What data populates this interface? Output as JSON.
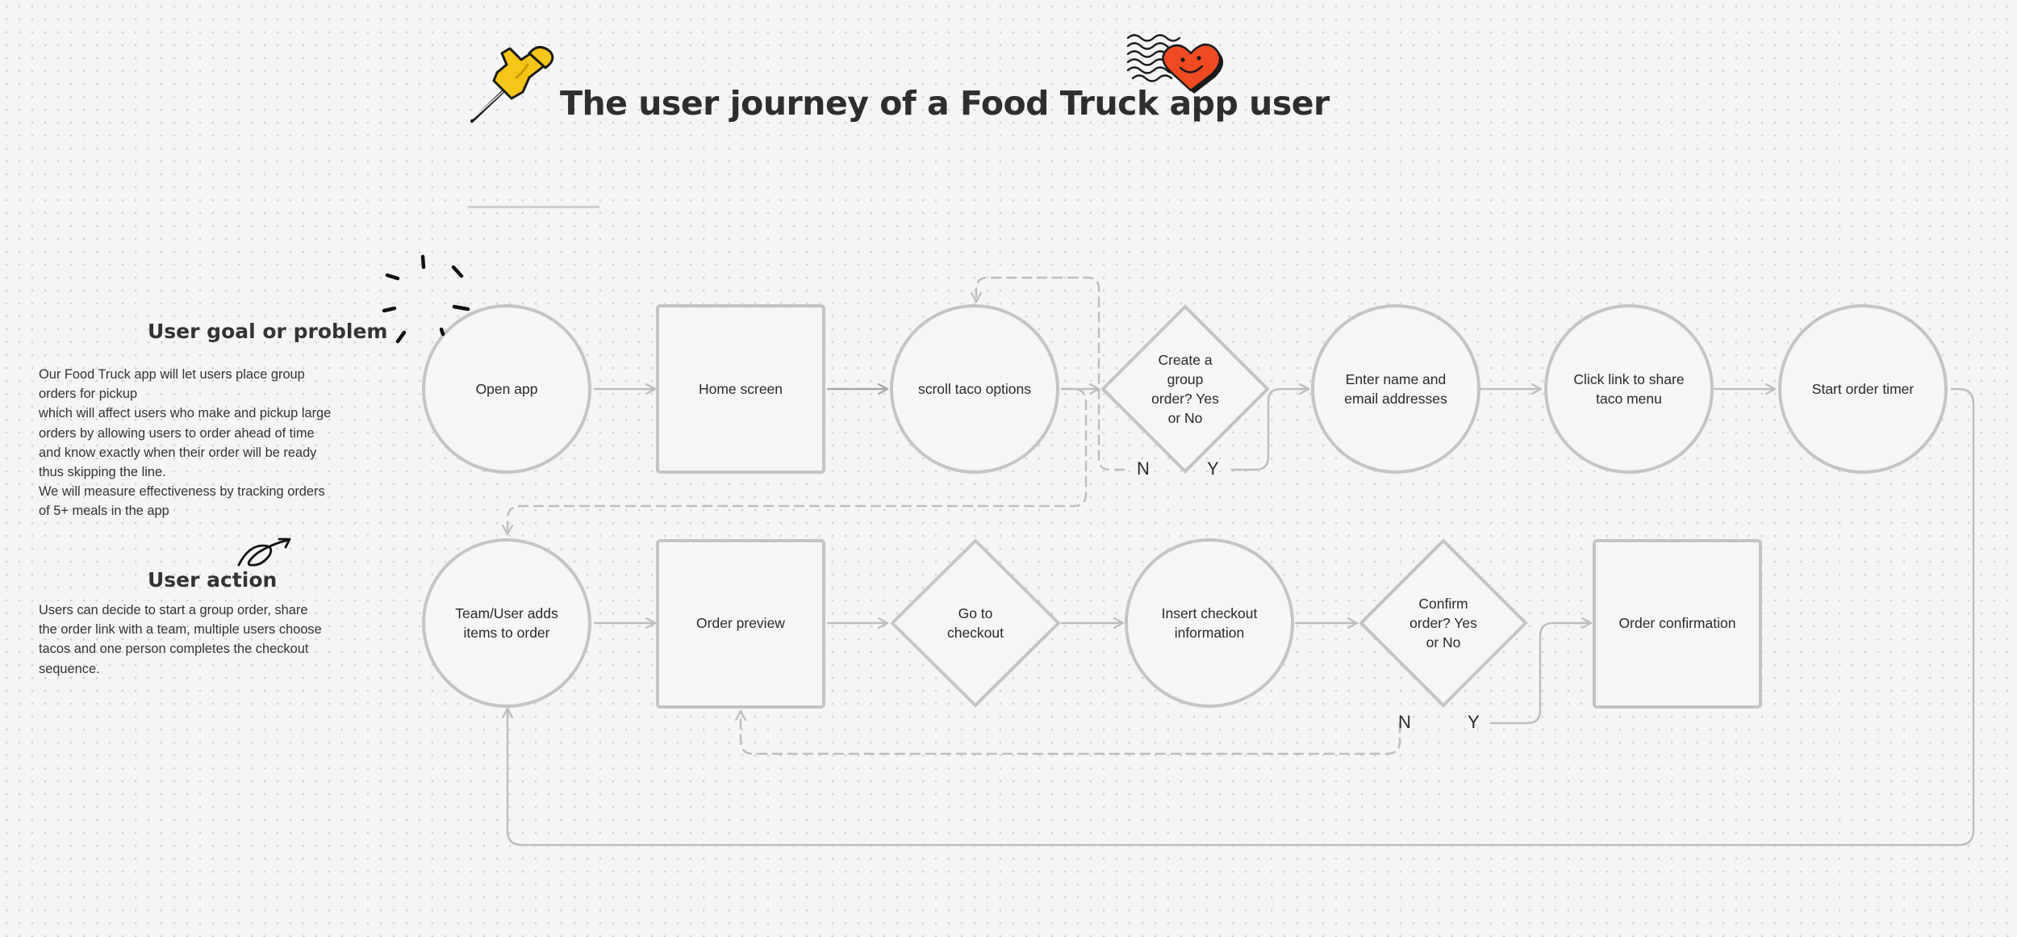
{
  "title": "The user journey of a Food Truck app user",
  "sidebar": {
    "goal_heading": "User goal or problem",
    "goal_lines": [
      "Our Food Truck app will let users place group",
      "orders for pickup",
      "which will affect users who make and pickup large",
      "orders by allowing users to order ahead of time",
      "and know exactly when their order will be ready",
      "thus skipping the line.",
      "We will measure effectiveness by tracking orders",
      "of 5+ meals in the app"
    ],
    "action_heading": "User action",
    "action_lines": [
      "Users can decide to start a group order, share",
      "the order link with a team, multiple users choose",
      "tacos and one person completes the checkout",
      "sequence."
    ]
  },
  "flow": {
    "row1": [
      {
        "shape": "circle",
        "lines": [
          "Open app"
        ]
      },
      {
        "shape": "square",
        "lines": [
          "Home screen"
        ]
      },
      {
        "shape": "circle",
        "lines": [
          "scroll taco options"
        ]
      },
      {
        "shape": "diamond",
        "lines": [
          "Create a",
          "group",
          "order? Yes",
          "or No"
        ]
      },
      {
        "shape": "circle",
        "lines": [
          "Enter name and",
          "email addresses"
        ]
      },
      {
        "shape": "circle",
        "lines": [
          "Click link to share",
          "taco menu"
        ]
      },
      {
        "shape": "circle",
        "lines": [
          "Start order timer"
        ]
      }
    ],
    "row2": [
      {
        "shape": "circle",
        "lines": [
          "Team/User adds",
          "items to order"
        ]
      },
      {
        "shape": "square",
        "lines": [
          "Order preview"
        ]
      },
      {
        "shape": "diamond",
        "lines": [
          "Go to",
          "checkout"
        ]
      },
      {
        "shape": "circle",
        "lines": [
          "Insert checkout",
          "information"
        ]
      },
      {
        "shape": "diamond",
        "lines": [
          "Confirm",
          "order? Yes",
          "or No"
        ]
      },
      {
        "shape": "square",
        "lines": [
          "Order confirmation"
        ]
      }
    ],
    "decision1": {
      "no": "N",
      "yes": "Y"
    },
    "decision2": {
      "no": "N",
      "yes": "Y"
    }
  },
  "decorations": [
    "pushpin-sticker",
    "heart-stamp-sticker",
    "sparkle-doodle",
    "arrow-doodle"
  ],
  "colors": {
    "node_fill": "#f6f6f6",
    "node_stroke": "#c4c4c4",
    "arrow": "#bdbdbd",
    "title": "#2e2e2e",
    "pin_yellow": "#f5c518",
    "heart_red": "#ef4b23"
  }
}
